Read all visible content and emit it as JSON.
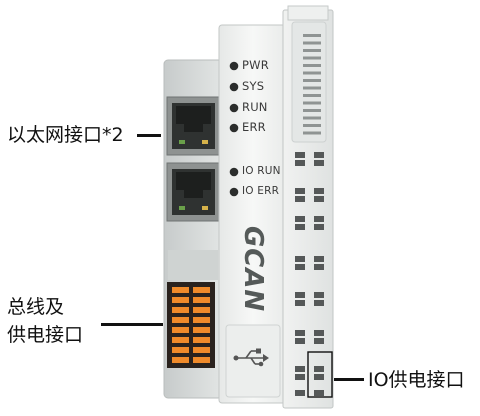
{
  "labels": {
    "ethernet": "以太网接口*2",
    "bus_power_line1": "总线及",
    "bus_power_line2": "供电接口",
    "io_power": "IO供电接口"
  },
  "leds": {
    "pwr": "PWR",
    "sys": "SYS",
    "run": "RUN",
    "err": "ERR",
    "io_run": "IO RUN",
    "io_err": "IO ERR"
  },
  "logo": "GCAN",
  "colors": {
    "housing": "#f3f4f3",
    "rail": "#d7dada",
    "led_dark": "#2b2d2c",
    "connector_orange": "#f08a2a",
    "connector_dark": "#2a221e",
    "terminal_slot": "#555858",
    "text": "#111111"
  }
}
